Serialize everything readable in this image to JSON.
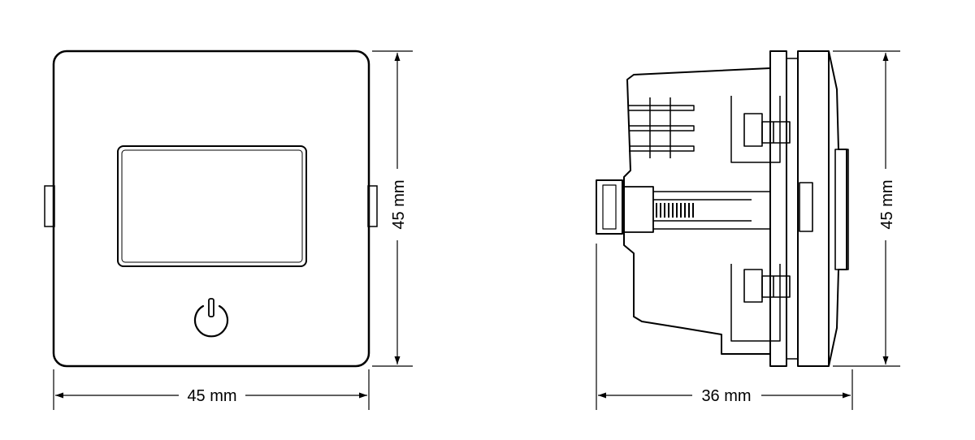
{
  "diagram": {
    "front_view": {
      "width_label": "45 mm",
      "height_label": "45 mm",
      "button_icon": "power-icon"
    },
    "side_view": {
      "depth_label": "36 mm",
      "height_label": "45 mm"
    },
    "colors": {
      "line": "#000000",
      "background": "#ffffff"
    }
  }
}
